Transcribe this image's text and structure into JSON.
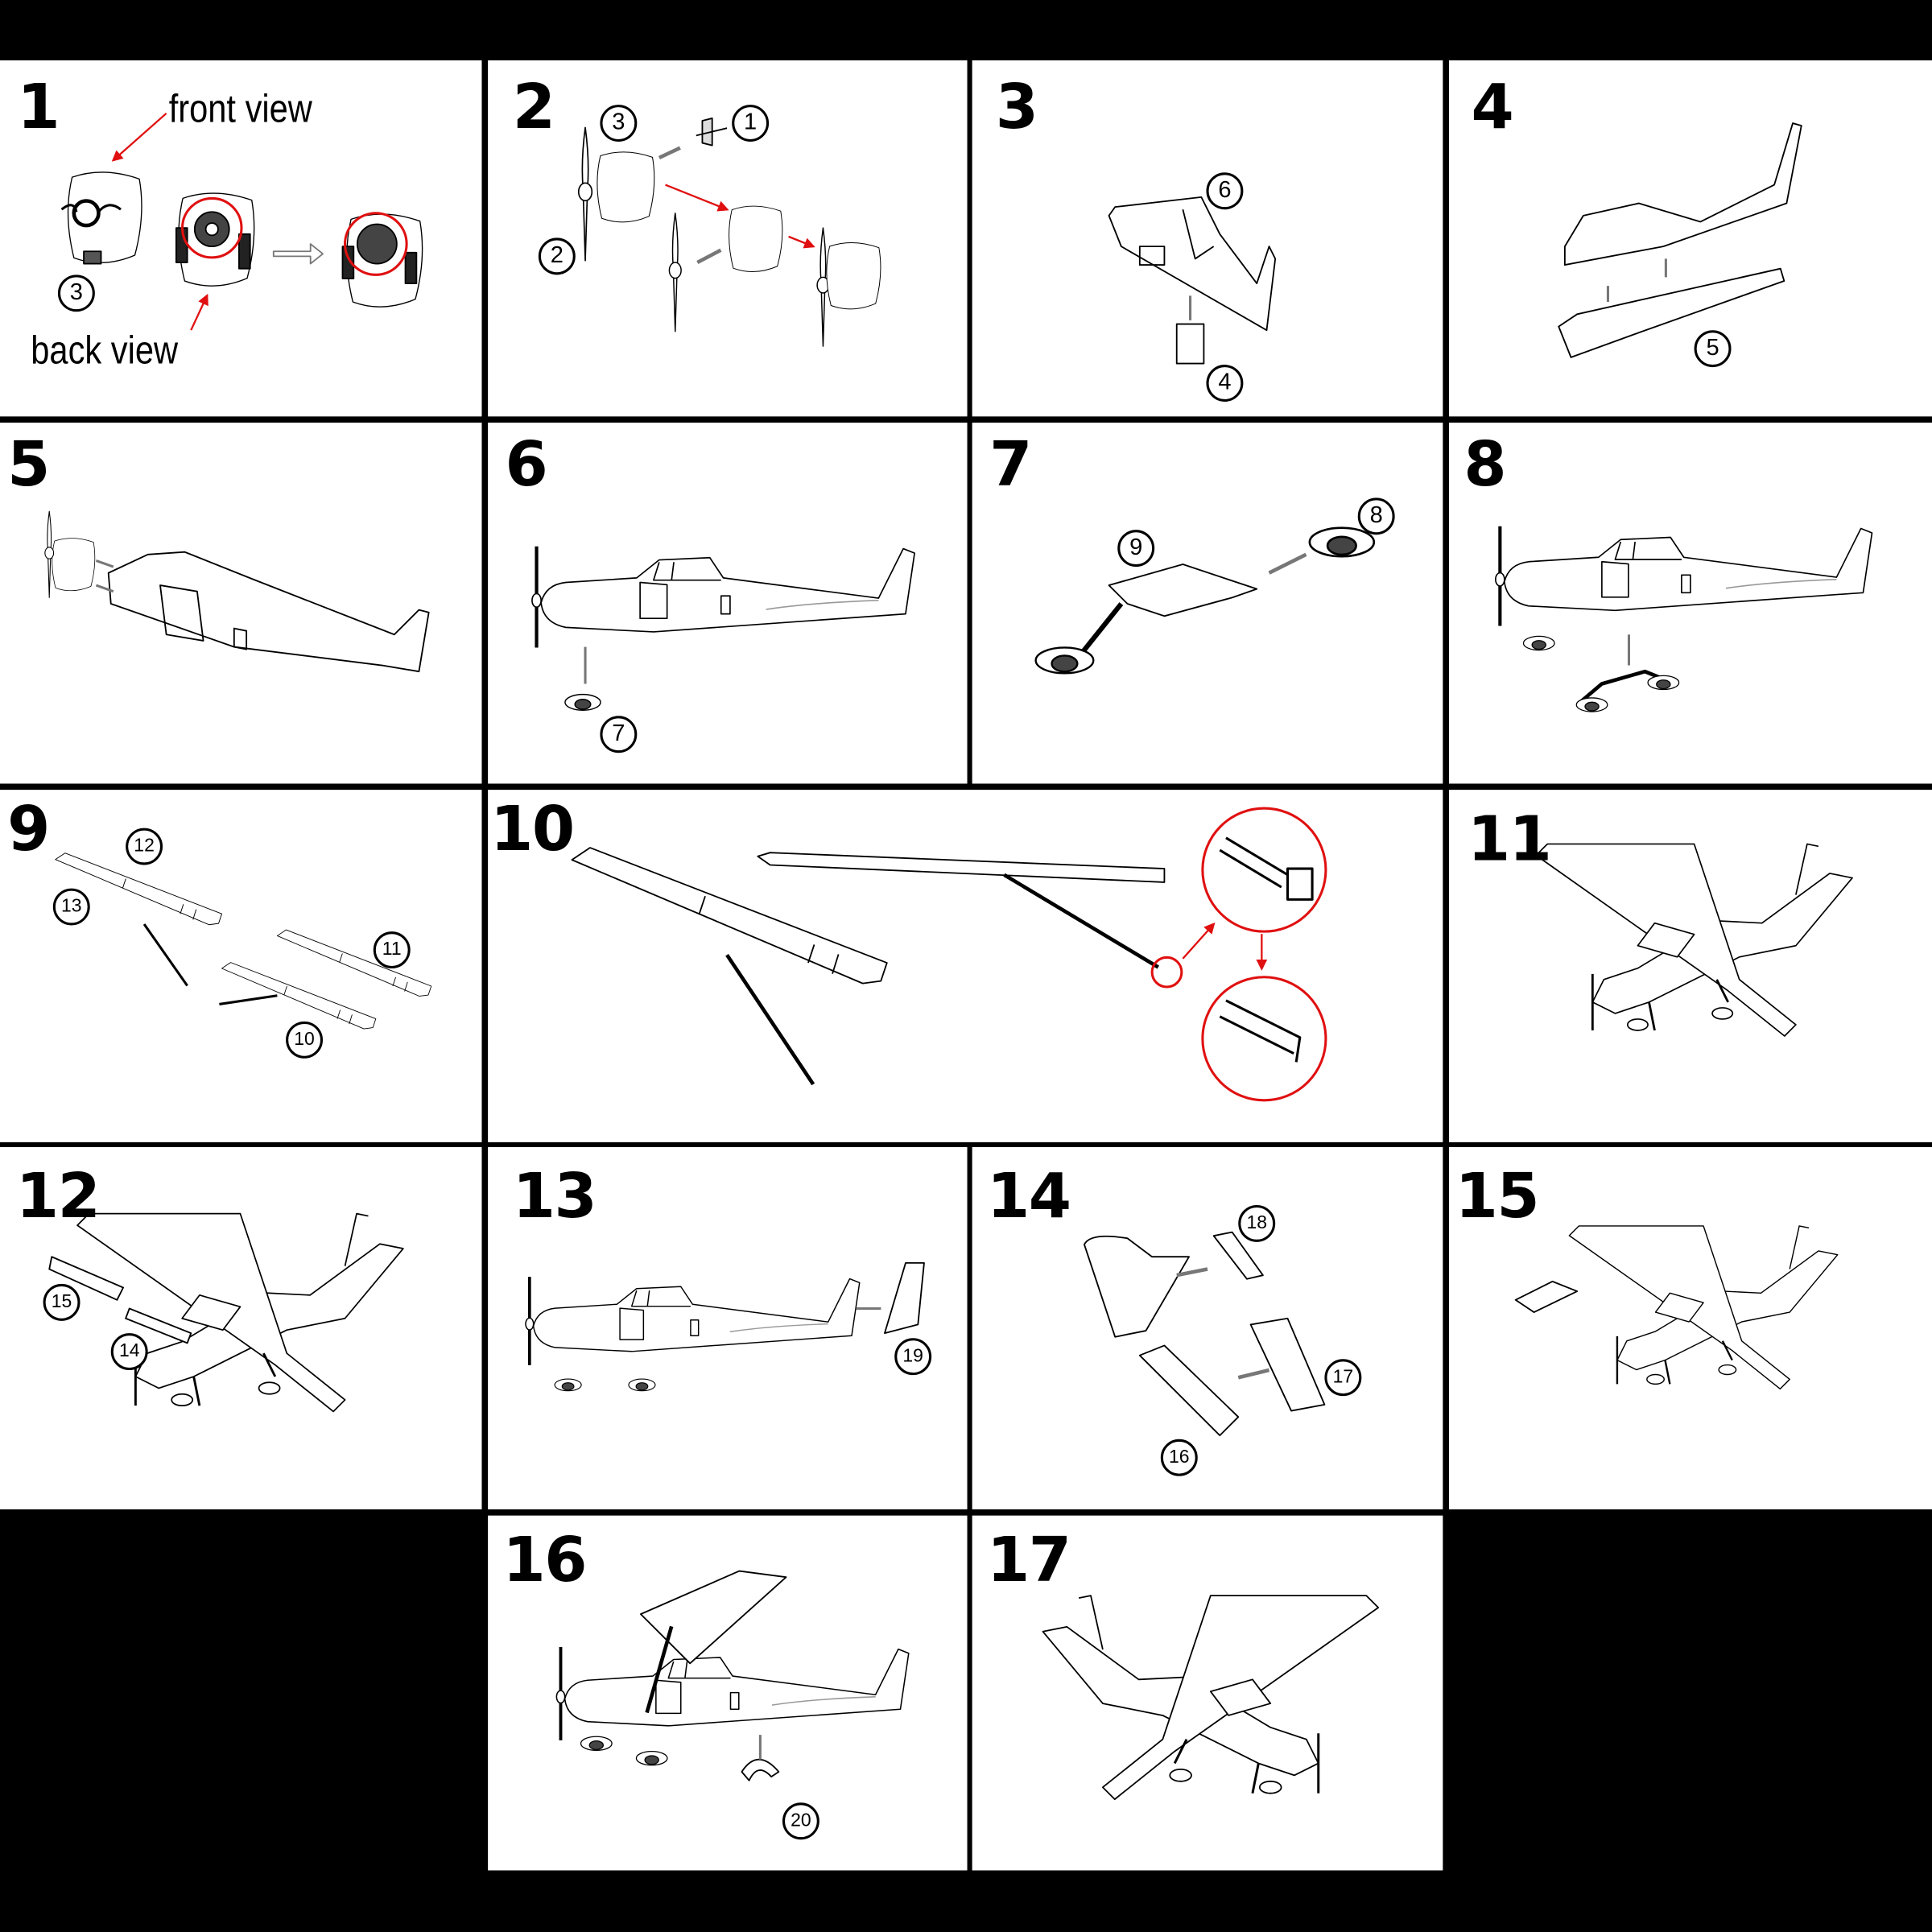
{
  "steps": [
    {
      "number": "1",
      "labels": {
        "front": "front view",
        "back": "back view"
      },
      "callouts": [
        "3"
      ]
    },
    {
      "number": "2",
      "callouts": [
        "3",
        "1",
        "2"
      ]
    },
    {
      "number": "3",
      "callouts": [
        "6",
        "4"
      ]
    },
    {
      "number": "4",
      "callouts": [
        "5"
      ]
    },
    {
      "number": "5",
      "callouts": []
    },
    {
      "number": "6",
      "callouts": [
        "7"
      ]
    },
    {
      "number": "7",
      "callouts": [
        "8",
        "9"
      ]
    },
    {
      "number": "8",
      "callouts": []
    },
    {
      "number": "9",
      "callouts": [
        "12",
        "13",
        "11",
        "10"
      ]
    },
    {
      "number": "10",
      "callouts": []
    },
    {
      "number": "11",
      "callouts": []
    },
    {
      "number": "12",
      "callouts": [
        "15",
        "14"
      ]
    },
    {
      "number": "13",
      "callouts": [
        "19"
      ]
    },
    {
      "number": "14",
      "callouts": [
        "18",
        "17",
        "16"
      ]
    },
    {
      "number": "15",
      "callouts": []
    },
    {
      "number": "16",
      "callouts": [
        "20"
      ]
    },
    {
      "number": "17",
      "callouts": []
    }
  ],
  "colors": {
    "background": "#000000",
    "panel": "#ffffff",
    "line": "#000000",
    "highlight": "#e01010"
  }
}
